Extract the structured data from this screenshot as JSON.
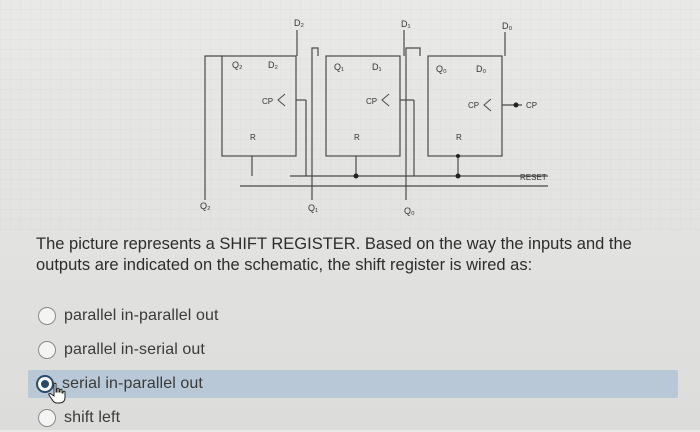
{
  "schematic": {
    "top_inputs": [
      "D₂",
      "D₁",
      "D₀"
    ],
    "flipflops": [
      {
        "q": "Q₂",
        "d": "D₂",
        "cp": "CP",
        "r": "R"
      },
      {
        "q": "Q₁",
        "d": "D₁",
        "cp": "CP",
        "r": "R"
      },
      {
        "q": "Q₀",
        "d": "D₀",
        "cp": "CP",
        "r": "R"
      }
    ],
    "cp_label": "CP",
    "reset_label": "RESET",
    "outputs": [
      "Q₂",
      "Q₁",
      "Q₀"
    ]
  },
  "question": {
    "text": "The picture represents a SHIFT REGISTER. Based on the way the inputs and the outputs are indicated on the schematic,  the shift register  is wired as:"
  },
  "options": [
    {
      "label": "parallel in-parallel out",
      "selected": false
    },
    {
      "label": "parallel in-serial out",
      "selected": false
    },
    {
      "label": "serial in-parallel out",
      "selected": true
    },
    {
      "label": "shift left",
      "selected": false
    }
  ],
  "colors": {
    "selected_row": "#b9c8d6",
    "radio_checked": "#2b4a6b",
    "text": "#2c2c2c"
  }
}
